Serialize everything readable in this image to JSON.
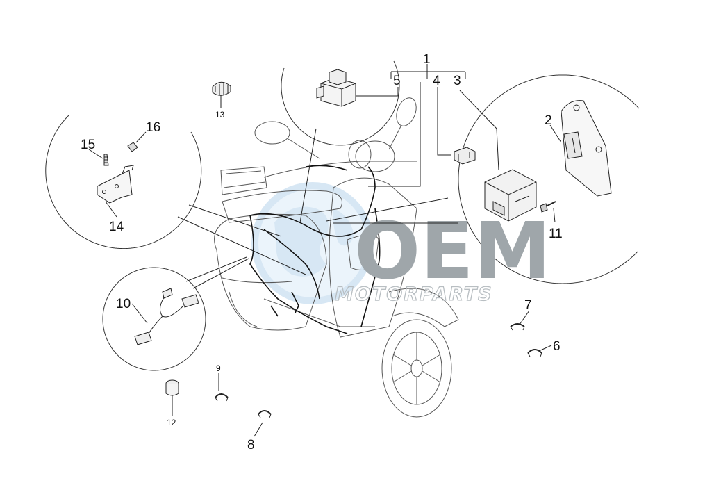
{
  "watermark": {
    "main": "OEM",
    "sub": "MOTORPARTS",
    "color": "#9fa6aa",
    "globe_color": "#b8d4ec"
  },
  "callouts": {
    "c1": "1",
    "c2": "2",
    "c3": "3",
    "c4": "4",
    "c5": "5",
    "c6": "6",
    "c7": "7",
    "c8": "8",
    "c9": "9",
    "c10": "10",
    "c11": "11",
    "c12": "12",
    "c13": "13",
    "c14": "14",
    "c15": "15",
    "c16": "16"
  },
  "parts": {
    "p1": "main-wiring-harness",
    "p2": "bracket-plate",
    "p3": "ecu-control-unit",
    "p4": "fuse",
    "p5": "relay",
    "p6": "cable-clip",
    "p7": "cable-clip",
    "p8": "cable-clip",
    "p9": "cable-clip",
    "p10": "harness-connector-cable",
    "p11": "screw",
    "p12": "grommet",
    "p13": "cable-tie-band",
    "p14": "mounting-bracket",
    "p15": "bolt",
    "p16": "clip-nut"
  }
}
